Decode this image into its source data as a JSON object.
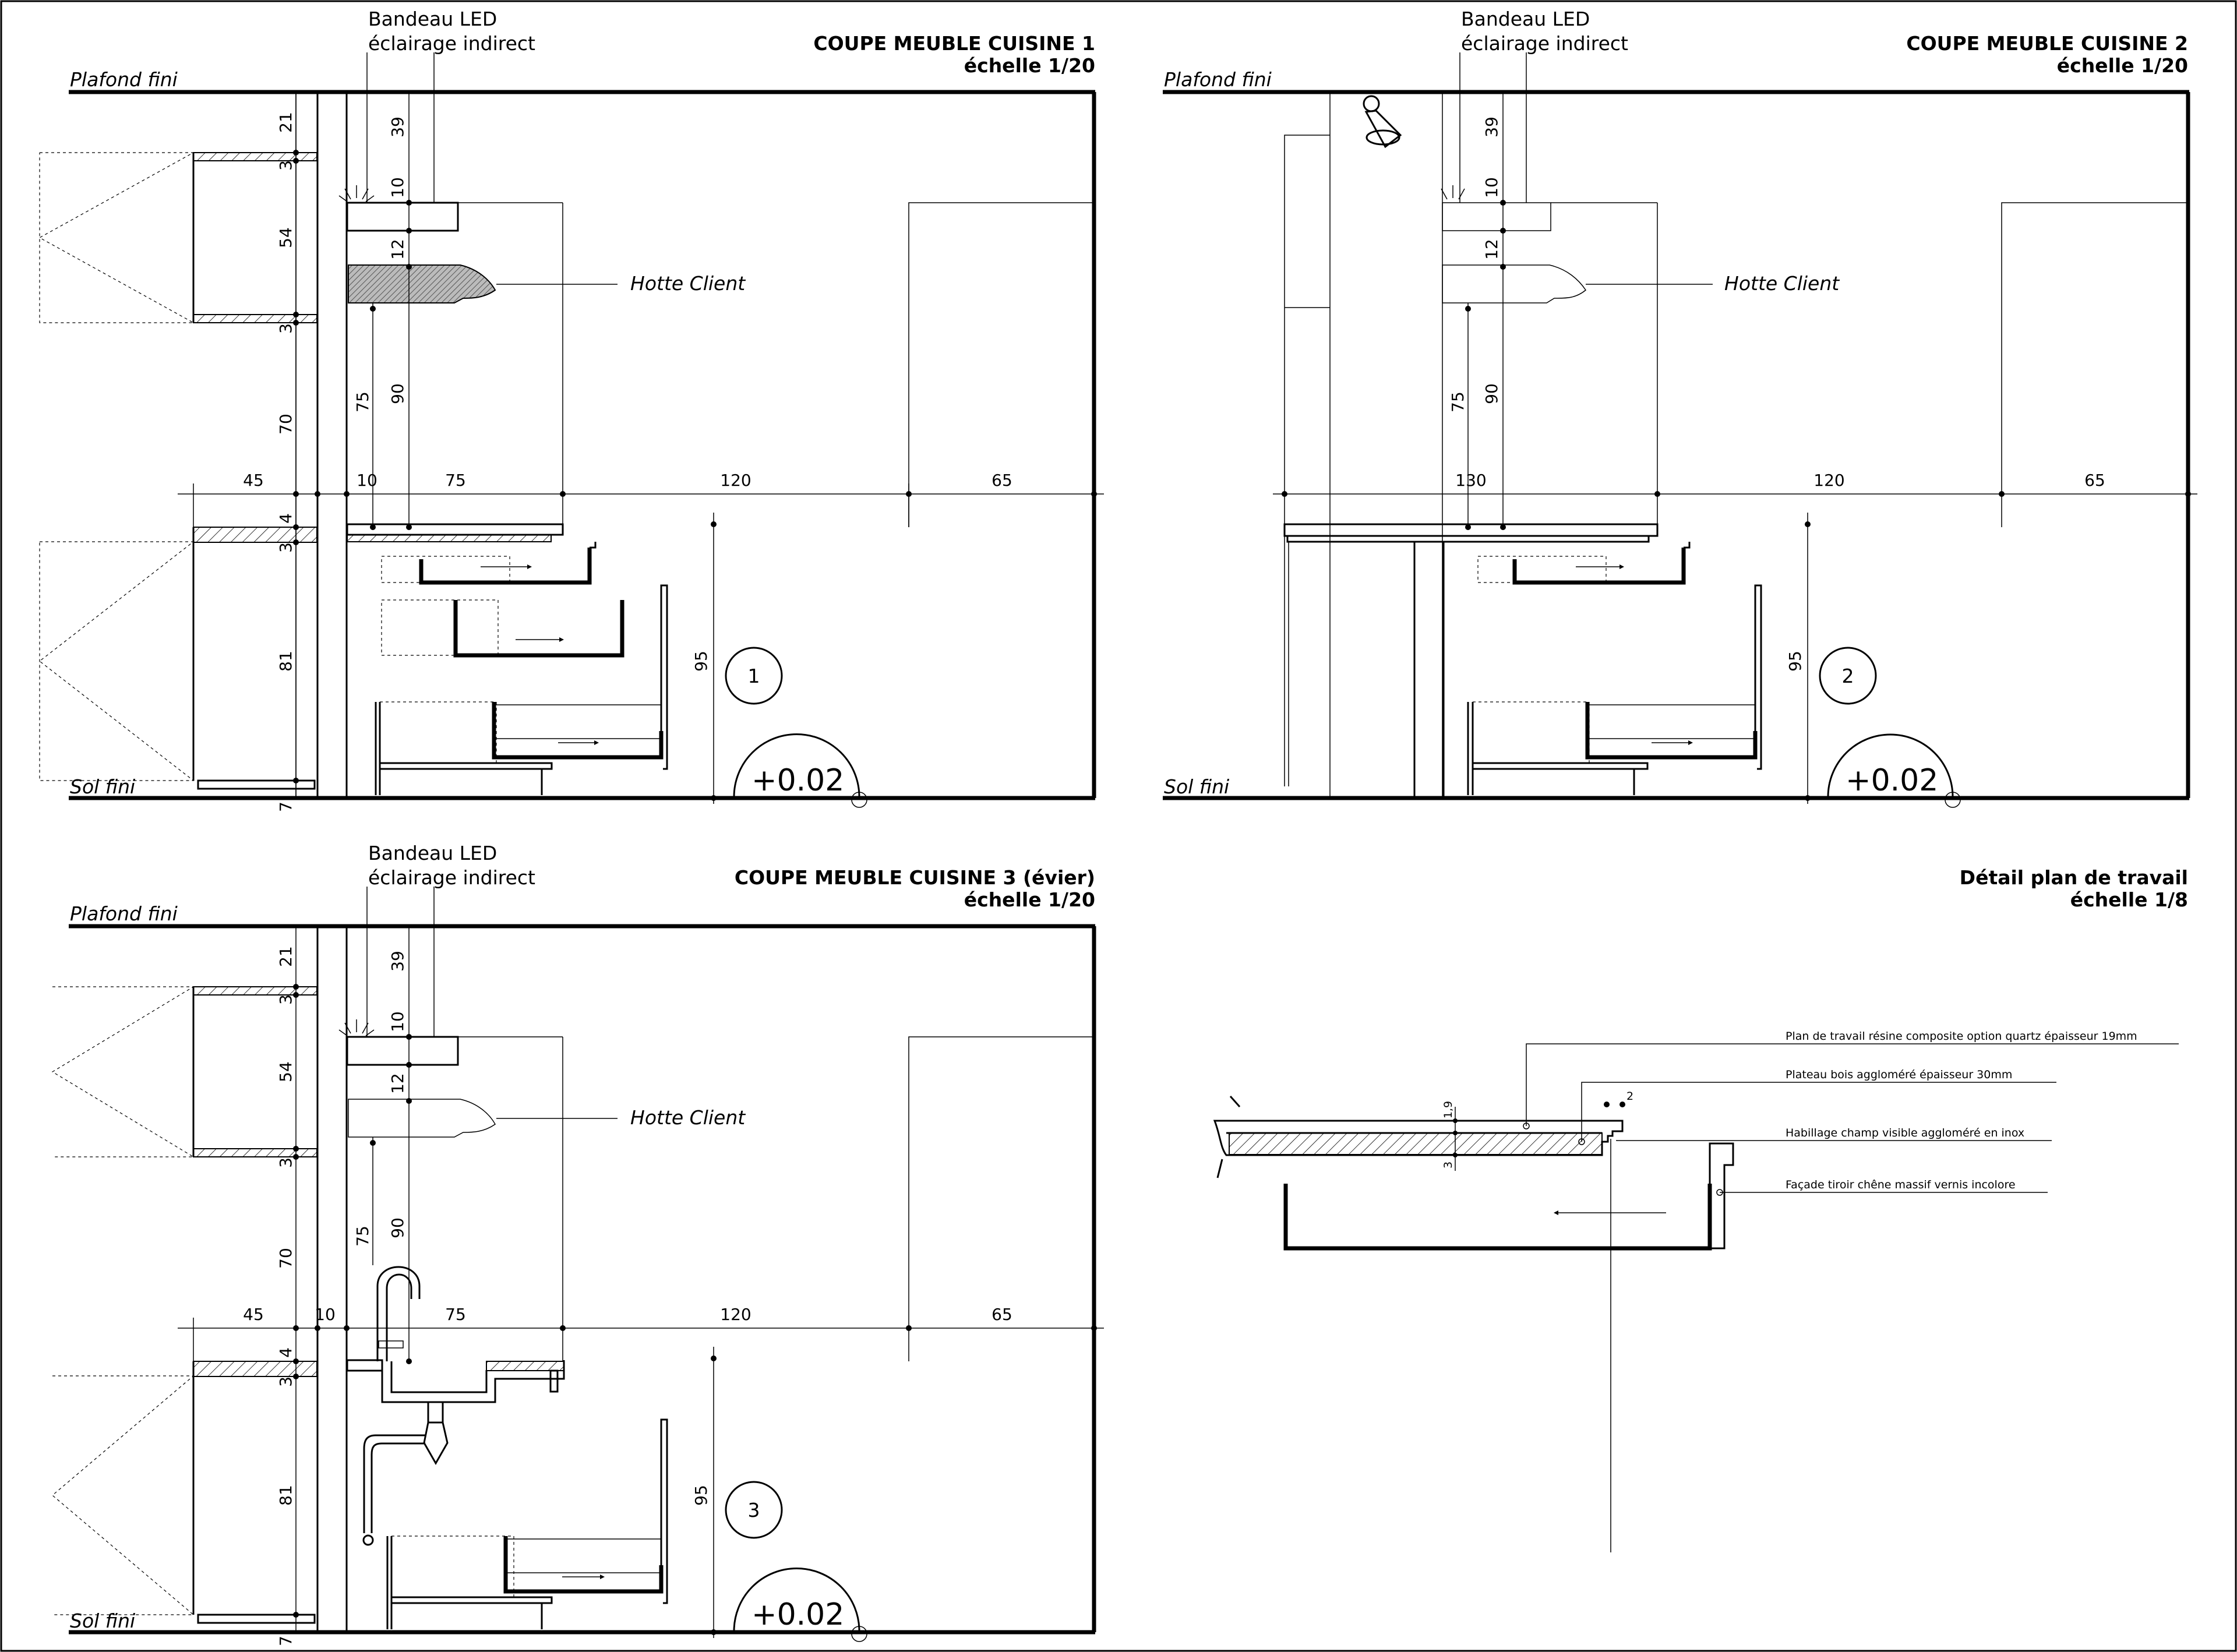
{
  "labels": {
    "led": "Bandeau LED",
    "led_sub": "éclairage indirect",
    "ceiling": "Plafond fini",
    "floor": "Sol fini",
    "hood": "Hotte Client",
    "elevation": "+0.02"
  },
  "sections": [
    {
      "id": 1,
      "title": "COUPE MEUBLE CUISINE 1",
      "scale": "échelle 1/20",
      "circle": "1"
    },
    {
      "id": 2,
      "title": "COUPE MEUBLE CUISINE 2",
      "scale": "échelle 1/20",
      "circle": "2"
    },
    {
      "id": 3,
      "title": "COUPE MEUBLE CUISINE 3 (évier)",
      "scale": "échelle 1/20",
      "circle": "3"
    }
  ],
  "detail": {
    "title": "Détail plan de travail",
    "scale": "échelle 1/8",
    "notes": [
      "Plan de travail résine composite option quartz épaisseur 19mm",
      "Plateau bois aggloméré épaisseur 30mm",
      "Habillage champ visible aggloméré en inox",
      "Façade tiroir chêne massif vernis incolore"
    ],
    "dims": [
      "1,9",
      "3",
      "2"
    ]
  },
  "dims": {
    "vertical_left": [
      "21",
      "3",
      "54",
      "3",
      "70",
      "4",
      "3",
      "81",
      "7"
    ],
    "vertical_hood": [
      "39",
      "10",
      "12",
      "75",
      "90"
    ],
    "height": "95",
    "s1_h": [
      "45",
      "10",
      "75",
      "120",
      "65"
    ],
    "s2_h": [
      "130",
      "120",
      "65"
    ],
    "s3_h": [
      "45",
      "10",
      "75",
      "120",
      "65"
    ]
  }
}
